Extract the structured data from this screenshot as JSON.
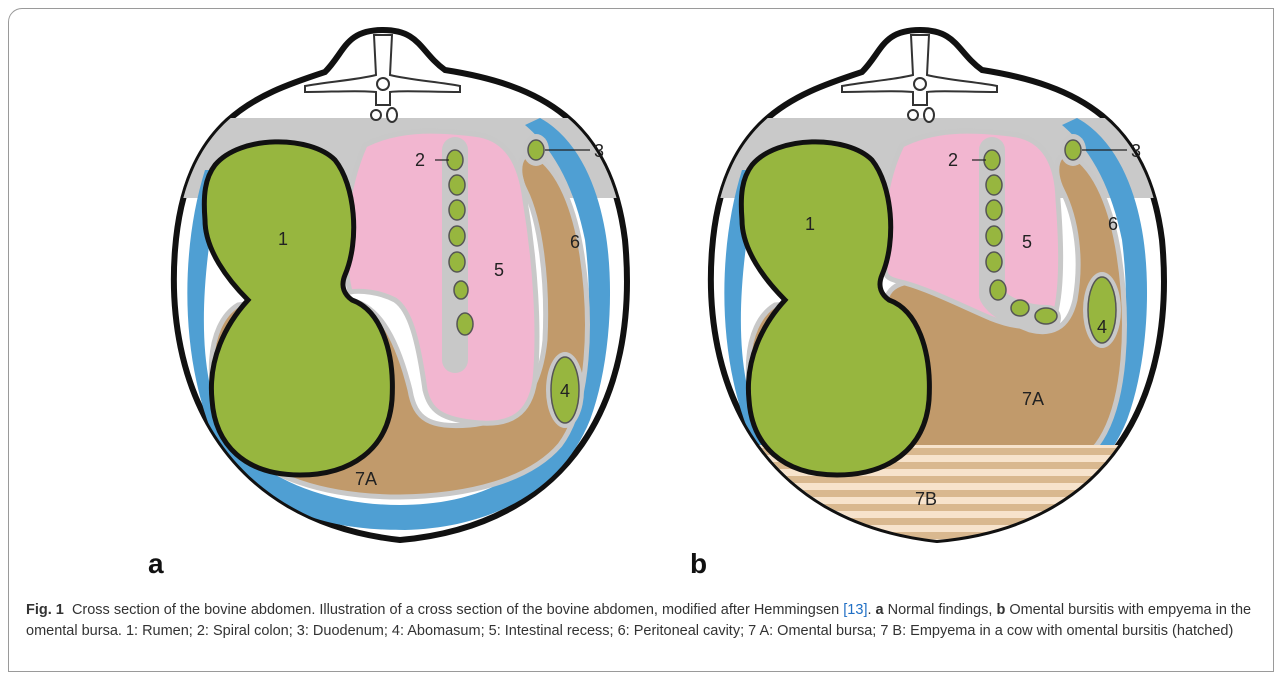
{
  "panels": {
    "a": {
      "letter": "a",
      "labels": {
        "rumen": "1",
        "spiral_colon": "2",
        "duodenum": "3",
        "abomasum": "4",
        "intestinal_recess": "5",
        "peritoneal_cavity": "6",
        "omental_bursa": "7A"
      }
    },
    "b": {
      "letter": "b",
      "labels": {
        "rumen": "1",
        "spiral_colon": "2",
        "duodenum": "3",
        "abomasum": "4",
        "intestinal_recess": "5",
        "peritoneal_cavity": "6",
        "omental_bursa": "7A",
        "empyema": "7B"
      }
    }
  },
  "colors": {
    "rumen": "#97b63f",
    "intestinal_recess": "#f2b6d0",
    "omental_bursa": "#c19a6b",
    "peritoneal_cavity": "#4f9fd3",
    "membrane": "#c8c8c8",
    "dorsal_region": "#c9c9c9",
    "outline": "#111111"
  },
  "caption": {
    "fig_label": "Fig. 1",
    "title_sentence": "Cross section of the bovine abdomen. Illustration of a cross section of the bovine abdomen, modified after Hemmingsen ",
    "ref_number": "[13]",
    "after_ref": ". ",
    "a_label": "a",
    "a_text": " Normal findings, ",
    "b_label": "b",
    "b_text": " Omental bursitis with empyema in the omental bursa. 1: Rumen; 2: Spiral colon; 3: Duodenum; 4: Abomasum; 5: Intestinal recess; 6: Peritoneal cavity; 7 A: Omental bursa; 7 B: Empyema in a cow with omental bursitis (hatched)"
  }
}
